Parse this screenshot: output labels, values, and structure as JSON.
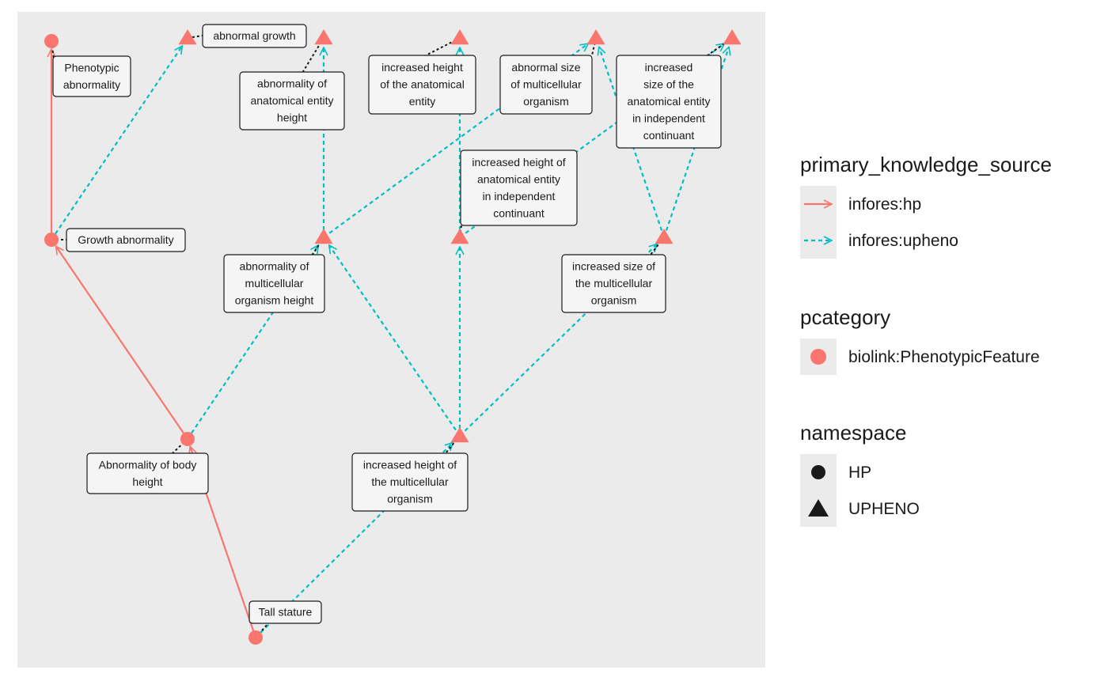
{
  "colors": {
    "panel_background": "#EBEBEB",
    "hp_edge": "#F8766D",
    "upheno_edge": "#00BFC4",
    "node_fill": "#F8766D",
    "legend_key_bg": "#EBEBEB",
    "label_fill": "#F5F5F5",
    "ink": "#1A1A1A"
  },
  "nodes": [
    {
      "id": "phenotypic_abnormality",
      "namespace": "HP",
      "label_lines": [
        "Phenotypic",
        "abnormality"
      ]
    },
    {
      "id": "abnormal_growth",
      "namespace": "UPHENO",
      "label_lines": [
        "abnormal growth"
      ]
    },
    {
      "id": "abnormality_of_anatomical_entity_height",
      "namespace": "UPHENO",
      "label_lines": [
        "abnormality of",
        "anatomical entity",
        "height"
      ]
    },
    {
      "id": "increased_height_of_the_anatomical_entity",
      "namespace": "UPHENO",
      "label_lines": [
        "increased height",
        "of the anatomical",
        "entity"
      ]
    },
    {
      "id": "abnormal_size_of_multicellular_organism",
      "namespace": "UPHENO",
      "label_lines": [
        "abnormal size",
        "of multicellular",
        "organism"
      ]
    },
    {
      "id": "increased_size_of_anatomical_entity_in_independent_continuant",
      "namespace": "UPHENO",
      "label_lines": [
        "increased",
        "size of the",
        "anatomical entity",
        "in independent",
        "continuant"
      ]
    },
    {
      "id": "growth_abnormality",
      "namespace": "HP",
      "label_lines": [
        "Growth abnormality"
      ]
    },
    {
      "id": "abnormality_of_multicellular_organism_height",
      "namespace": "UPHENO",
      "label_lines": [
        "abnormality of",
        "multicellular",
        "organism height"
      ]
    },
    {
      "id": "increased_height_of_anatomical_entity_in_independent_continuant",
      "namespace": "UPHENO",
      "label_lines": [
        "increased height of",
        "anatomical entity",
        "in independent",
        "continuant"
      ]
    },
    {
      "id": "increased_size_of_the_multicellular_organism",
      "namespace": "UPHENO",
      "label_lines": [
        "increased size of",
        "the multicellular",
        "organism"
      ]
    },
    {
      "id": "abnormality_of_body_height",
      "namespace": "HP",
      "label_lines": [
        "Abnormality of body",
        "height"
      ]
    },
    {
      "id": "increased_height_of_the_multicellular_organism",
      "namespace": "UPHENO",
      "label_lines": [
        "increased height of",
        "the multicellular",
        "organism"
      ]
    },
    {
      "id": "tall_stature",
      "namespace": "HP",
      "label_lines": [
        "Tall stature"
      ]
    }
  ],
  "edges": [
    {
      "from": "growth_abnormality",
      "to": "phenotypic_abnormality",
      "source": "infores:hp"
    },
    {
      "from": "abnormality_of_body_height",
      "to": "growth_abnormality",
      "source": "infores:hp"
    },
    {
      "from": "tall_stature",
      "to": "abnormality_of_body_height",
      "source": "infores:hp"
    },
    {
      "from": "growth_abnormality",
      "to": "abnormal_growth",
      "source": "infores:upheno"
    },
    {
      "from": "abnormality_of_multicellular_organism_height",
      "to": "abnormality_of_anatomical_entity_height",
      "source": "infores:upheno"
    },
    {
      "from": "abnormality_of_multicellular_organism_height",
      "to": "abnormal_size_of_multicellular_organism",
      "source": "infores:upheno"
    },
    {
      "from": "abnormality_of_body_height",
      "to": "abnormality_of_multicellular_organism_height",
      "source": "infores:upheno"
    },
    {
      "from": "increased_height_of_the_multicellular_organism",
      "to": "abnormality_of_multicellular_organism_height",
      "source": "infores:upheno"
    },
    {
      "from": "increased_height_of_the_multicellular_organism",
      "to": "increased_height_of_anatomical_entity_in_independent_continuant",
      "source": "infores:upheno"
    },
    {
      "from": "increased_height_of_anatomical_entity_in_independent_continuant",
      "to": "increased_height_of_the_anatomical_entity",
      "source": "infores:upheno"
    },
    {
      "from": "increased_height_of_anatomical_entity_in_independent_continuant",
      "to": "increased_size_of_anatomical_entity_in_independent_continuant",
      "source": "infores:upheno"
    },
    {
      "from": "increased_height_of_the_multicellular_organism",
      "to": "increased_size_of_the_multicellular_organism",
      "source": "infores:upheno"
    },
    {
      "from": "increased_size_of_the_multicellular_organism",
      "to": "abnormal_size_of_multicellular_organism",
      "source": "infores:upheno"
    },
    {
      "from": "increased_size_of_the_multicellular_organism",
      "to": "increased_size_of_anatomical_entity_in_independent_continuant",
      "source": "infores:upheno"
    },
    {
      "from": "tall_stature",
      "to": "increased_height_of_the_multicellular_organism",
      "source": "infores:upheno"
    }
  ],
  "legend": {
    "edge_source": {
      "title": "primary_knowledge_source",
      "items": [
        {
          "label": "infores:hp",
          "style": "solid",
          "color": "#F8766D"
        },
        {
          "label": "infores:upheno",
          "style": "dashed",
          "color": "#00BFC4"
        }
      ]
    },
    "pcategory": {
      "title": "pcategory",
      "items": [
        {
          "label": "biolink:PhenotypicFeature",
          "color": "#F8766D"
        }
      ]
    },
    "namespace": {
      "title": "namespace",
      "items": [
        {
          "label": "HP",
          "shape": "circle"
        },
        {
          "label": "UPHENO",
          "shape": "triangle"
        }
      ]
    }
  }
}
